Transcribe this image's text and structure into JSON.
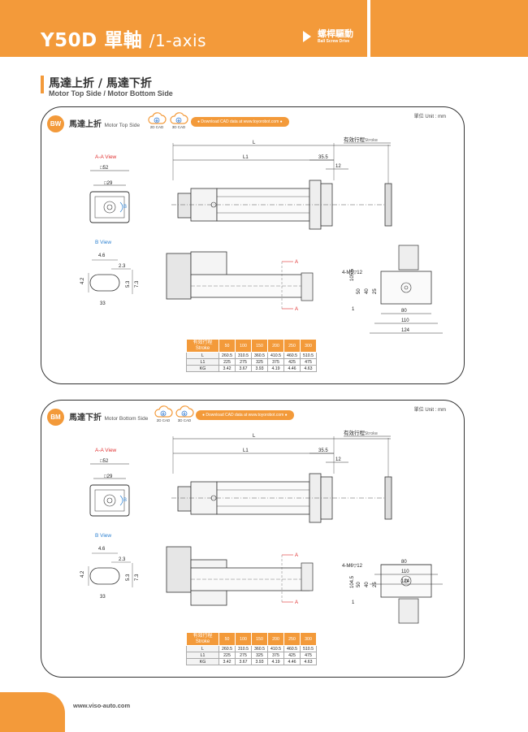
{
  "header": {
    "title": "Y50D 單軸",
    "subtitle": "/1-axis",
    "category": "螺桿驅動",
    "category_en": "Ball Screw Drive"
  },
  "section": {
    "title": "馬達上折 / 馬達下折",
    "subtitle": "Motor Top Side / Motor Bottom Side"
  },
  "panels": [
    {
      "code": "BW",
      "title": "馬達上折",
      "title_en": "Motor Top Side",
      "unit": "單位 Unit : mm",
      "cad_2d": "2D CAD",
      "cad_3d": "3D CAD",
      "download": "● Download CAD data at www.toyorobot.com ●",
      "labels": {
        "aa_view": "A-A View",
        "b_view": "B View",
        "L": "L",
        "L1": "L1",
        "stroke": "有效行程",
        "stroke_en": "Stroke",
        "d35": "35.5",
        "d12": "12",
        "sq52": "□52",
        "sq29": "□29",
        "B": "B",
        "A1": "A",
        "A2": "A",
        "d46": "4.6",
        "d23": "2.3",
        "d42": "4.2",
        "d53": "5.3",
        "d73": "7.3",
        "d33": "33",
        "m6": "4-M6▽12",
        "d1055": "105.5",
        "d50": "50",
        "d40": "40",
        "d25": "25",
        "d1": "1",
        "d80": "80",
        "d110": "110",
        "d124": "124"
      },
      "table": {
        "header": "有效行程",
        "header_en": "Stroke",
        "strokes": [
          "50",
          "100",
          "150",
          "200",
          "250",
          "300"
        ],
        "rows": [
          {
            "label": "L",
            "values": [
              "260.5",
              "310.5",
              "360.5",
              "410.5",
              "460.5",
              "510.5"
            ]
          },
          {
            "label": "L1",
            "values": [
              "225",
              "275",
              "325",
              "375",
              "425",
              "475"
            ]
          },
          {
            "label": "KG",
            "values": [
              "3.42",
              "3.67",
              "3.93",
              "4.19",
              "4.46",
              "4.63"
            ]
          }
        ]
      }
    },
    {
      "code": "BM",
      "title": "馬達下折",
      "title_en": "Motor Bottom Side",
      "unit": "單位 Unit : mm",
      "cad_2d": "2D CAD",
      "cad_3d": "3D CAD",
      "download": "● Download CAD data at www.toyorobot.com ●",
      "labels": {
        "aa_view": "A-A View",
        "b_view": "B View",
        "L": "L",
        "L1": "L1",
        "stroke": "有效行程",
        "stroke_en": "Stroke",
        "d35": "35.5",
        "d12": "12",
        "sq52": "□52",
        "sq29": "□29",
        "B": "B",
        "A1": "A",
        "A2": "A",
        "d46": "4.6",
        "d23": "2.3",
        "d42": "4.2",
        "d53": "5.3",
        "d73": "7.3",
        "d33": "33",
        "m6": "4-M6▽12",
        "d1045": "104.5",
        "d50": "50",
        "d40": "40",
        "d25": "25",
        "d1": "1",
        "d80": "80",
        "d110": "110",
        "d124": "124"
      },
      "table": {
        "header": "有效行程",
        "header_en": "Stroke",
        "strokes": [
          "50",
          "100",
          "150",
          "200",
          "250",
          "300"
        ],
        "rows": [
          {
            "label": "L",
            "values": [
              "260.5",
              "310.5",
              "360.5",
              "410.5",
              "460.5",
              "510.5"
            ]
          },
          {
            "label": "L1",
            "values": [
              "225",
              "275",
              "325",
              "375",
              "425",
              "475"
            ]
          },
          {
            "label": "KG",
            "values": [
              "3.42",
              "3.67",
              "3.93",
              "4.19",
              "4.46",
              "4.63"
            ]
          }
        ]
      }
    }
  ],
  "footer": {
    "url": "www.viso-auto.com"
  },
  "colors": {
    "accent": "#f39a3a",
    "cad_blue": "#3a7fd5",
    "view_red": "#e03030",
    "view_blue": "#2a7fd0"
  }
}
